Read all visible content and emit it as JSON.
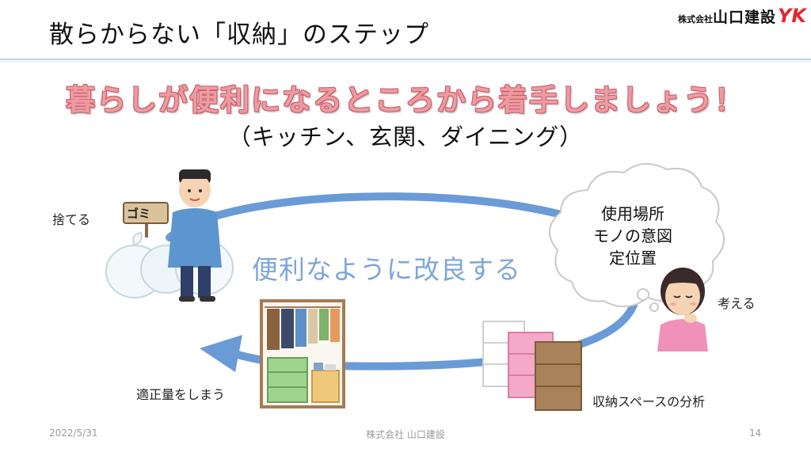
{
  "slide": {
    "title": "散らからない「収納」のステップ",
    "headline": "暮らしが便利になるところから着手しましょう！",
    "subtitle": "（キッチン、玄関、ダイニング）"
  },
  "logo": {
    "company_prefix": "株式会社",
    "company_name": "山口建設",
    "mark": "YK"
  },
  "diagram": {
    "cycle_label": "便利なように改良する",
    "bubble_lines": [
      "使用場所",
      "モノの意図",
      "定位置"
    ],
    "sign_text": "ゴミ",
    "labels": {
      "discard": "捨てる",
      "think": "考える",
      "store": "適正量をしまう",
      "analyze": "収納スペースの分析"
    },
    "colors": {
      "arrow": "#6a9bd6",
      "pink_shelf": "#f4a9c8",
      "wood_shelf": "#a8825a"
    }
  },
  "footer": {
    "date": "2022/5/31",
    "company": "株式会社 山口建設",
    "page": "14"
  }
}
